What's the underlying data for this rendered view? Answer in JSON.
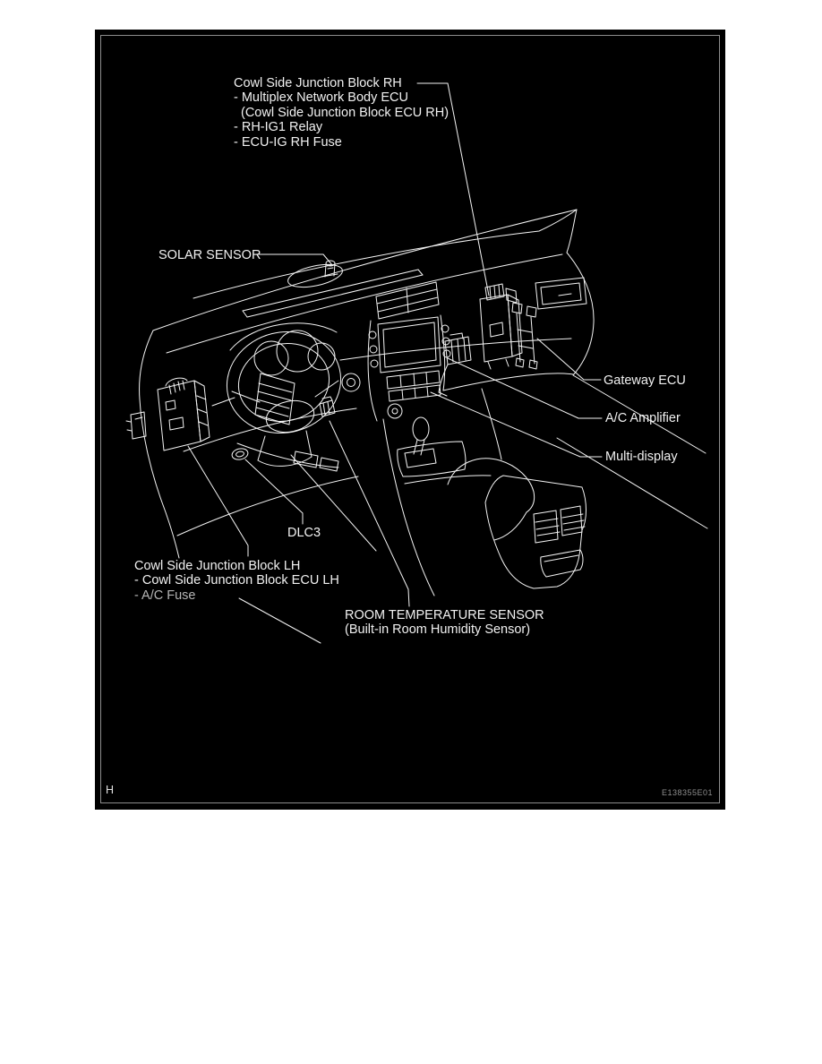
{
  "colors": {
    "page_bg": "#ffffff",
    "panel_bg": "#000000",
    "line": "#f4f4f4",
    "border": "#8d8d8d",
    "text": "#f1f1f1",
    "dim_text": "#b5b5b5",
    "code_text": "#8f8f8f"
  },
  "figure": {
    "corner_mark": "H",
    "code": "E138355E01"
  },
  "labels": {
    "rh_block": {
      "lines": [
        "Cowl Side Junction Block RH",
        "- Multiplex Network Body ECU",
        "(Cowl Side Junction Block ECU RH)",
        "- RH-IG1 Relay",
        "- ECU-IG RH Fuse"
      ]
    },
    "solar_sensor": "SOLAR SENSOR",
    "gateway_ecu": "Gateway ECU",
    "ac_amplifier": "A/C Amplifier",
    "multi_display": "Multi-display",
    "dlc3": "DLC3",
    "lh_block": {
      "lines": [
        "Cowl Side Junction Block LH",
        "- Cowl Side Junction Block ECU LH",
        "- A/C Fuse"
      ]
    },
    "room_temp_sensor": {
      "lines": [
        "ROOM TEMPERATURE SENSOR",
        "(Built-in Room Humidity Sensor)"
      ]
    }
  }
}
